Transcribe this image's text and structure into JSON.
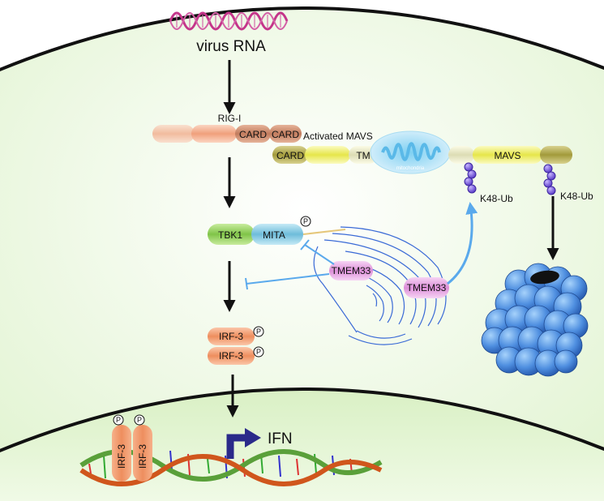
{
  "labels": {
    "virus_rna": "virus RNA",
    "rig_i": "RIG-I",
    "card_1": "CARD",
    "card_2": "CARD",
    "activated_mavs": "Activated MAVS",
    "mavs_card": "CARD",
    "tm": "TM",
    "mitochondria": "mitochondria",
    "mavs": "MAVS",
    "k48_ub_1": "K48-Ub",
    "k48_ub_2": "K48-Ub",
    "tbk1": "TBK1",
    "mita": "MITA",
    "tmem33_1": "TMEM33",
    "tmem33_2": "TMEM33",
    "irf3_top": "IRF-3",
    "irf3_bottom": "IRF-3",
    "irf3_dna_1": "IRF-3",
    "irf3_dna_2": "IRF-3",
    "ifn": "IFN",
    "phospho": "P"
  },
  "colors": {
    "cytoplasm": "#eaf8dd",
    "nucleus": "#e2f4d0",
    "rig_i": "#f0a07c",
    "card": "#c98468",
    "mavs_yellow": "#ecec6a",
    "tbk1": "#8fcf55",
    "mita": "#7fc6e0",
    "tmem33": "#e8a8e4",
    "irf3": "#f39a6e",
    "ub": "#7b5fd6",
    "proteasome": "#4f93e0",
    "arrow_blue": "#5aa9ec",
    "virus": "#c4358a",
    "ifn_arrow": "#2a2a8a"
  }
}
